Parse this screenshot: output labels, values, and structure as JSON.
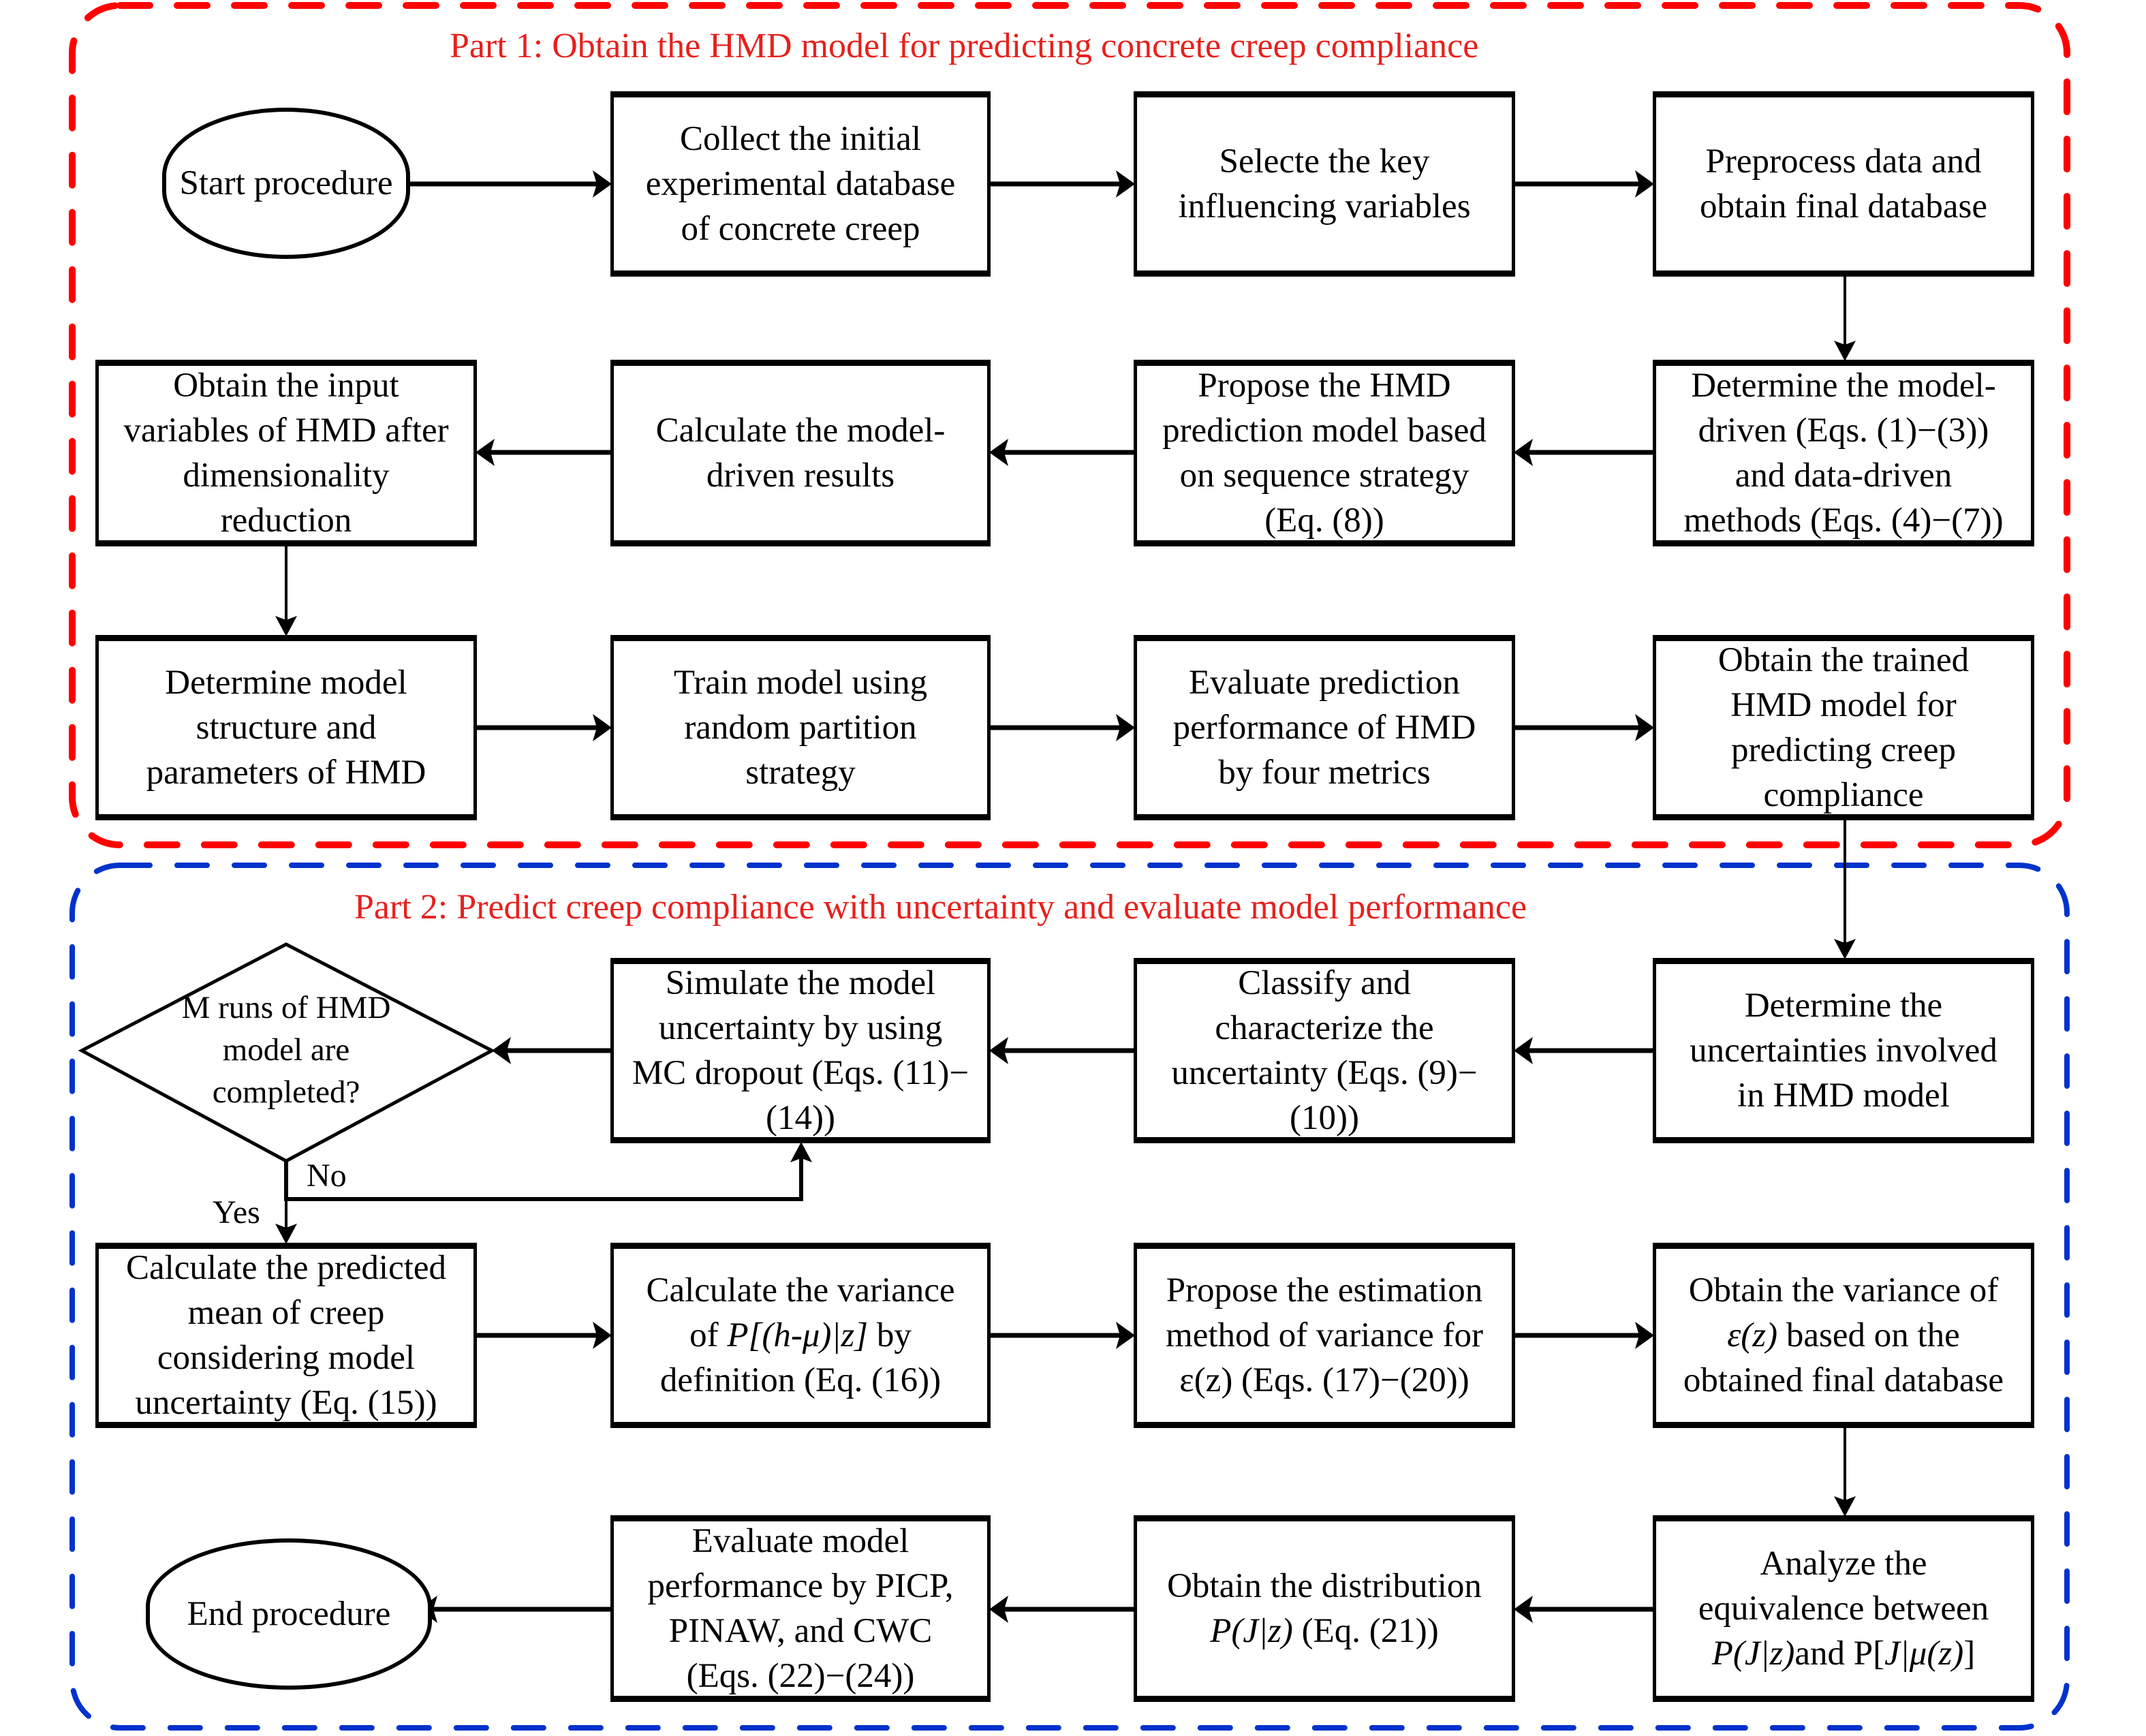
{
  "part1": {
    "title": "Part 1: Obtain the HMD model for predicting concrete creep compliance",
    "border_color": "#ff0000",
    "nodes": {
      "start": "Start procedure",
      "collect": "Collect the initial\nexperimental database\nof concrete creep",
      "select": "Selecte the key\ninfluencing variables",
      "preprocess": "Preprocess data and\nobtain final database",
      "determine_methods": "Determine the model-\ndriven (Eqs. (1)−(3))\nand data-driven\nmethods (Eqs. (4)−(7))",
      "propose_hmd": "Propose the HMD\nprediction model based\non sequence strategy\n(Eq. (8))",
      "calc_model_driven": "Calculate the model-\ndriven results",
      "obtain_inputs": "Obtain the input\nvariables of HMD after\ndimensionality\nreduction",
      "determine_structure": "Determine model\nstructure and\nparameters of HMD",
      "train": "Train model using\nrandom partition\nstrategy",
      "evaluate": "Evaluate prediction\nperformance of HMD\nby four metrics",
      "trained_model": "Obtain the trained\nHMD model for\npredicting creep\ncompliance"
    }
  },
  "part2": {
    "title": "Part 2:  Predict creep compliance with uncertainty and evaluate model performance",
    "border_color": "#0033cc",
    "nodes": {
      "determine_uncert": "Determine the\nuncertainties involved\nin HMD model",
      "classify": "Classify and\ncharacterize the\nuncertainty (Eqs. (9)−\n(10))",
      "simulate": "Simulate the model\nuncertainty by using\nMC dropout (Eqs. (11)−\n(14))",
      "decision": "M runs of HMD\nmodel are\ncompleted?",
      "calc_mean": "Calculate the predicted\nmean of  creep\nconsidering model\nuncertainty (Eq. (15))",
      "calc_var_line1": "Calculate the variance",
      "calc_var_line2_pre": "of ",
      "calc_var_line2_math": "P[(h-μ)|z]",
      "calc_var_line2_post": " by",
      "calc_var_line3": "definition (Eq. (16))",
      "propose_est_line1": "Propose the estimation",
      "propose_est_line2": "method of variance for",
      "propose_est_line3": "ε(z) (Eqs. (17)−(20))",
      "obtain_var_line1": "Obtain the variance of",
      "obtain_var_line2_math": "ε(z)",
      "obtain_var_line2_post": " based on the",
      "obtain_var_line3": "obtained final database",
      "analyze_line1": "Analyze the",
      "analyze_line2": "equivalence between",
      "analyze_line3_math1": "P(J|z)",
      "analyze_line3_mid": "and P[",
      "analyze_line3_math2": "J|μ(z)",
      "analyze_line3_end": "]",
      "distribution_line1": "Obtain the distribution",
      "distribution_line2_math": "P(J|z)",
      "distribution_line2_post": " (Eq. (21))",
      "evaluate_model": "Evaluate model\nperformance by PICP,\nPINAW, and CWC\n(Eqs. (22)−(24))",
      "end": "End procedure"
    },
    "branch_labels": {
      "no": "No",
      "yes": "Yes"
    }
  }
}
